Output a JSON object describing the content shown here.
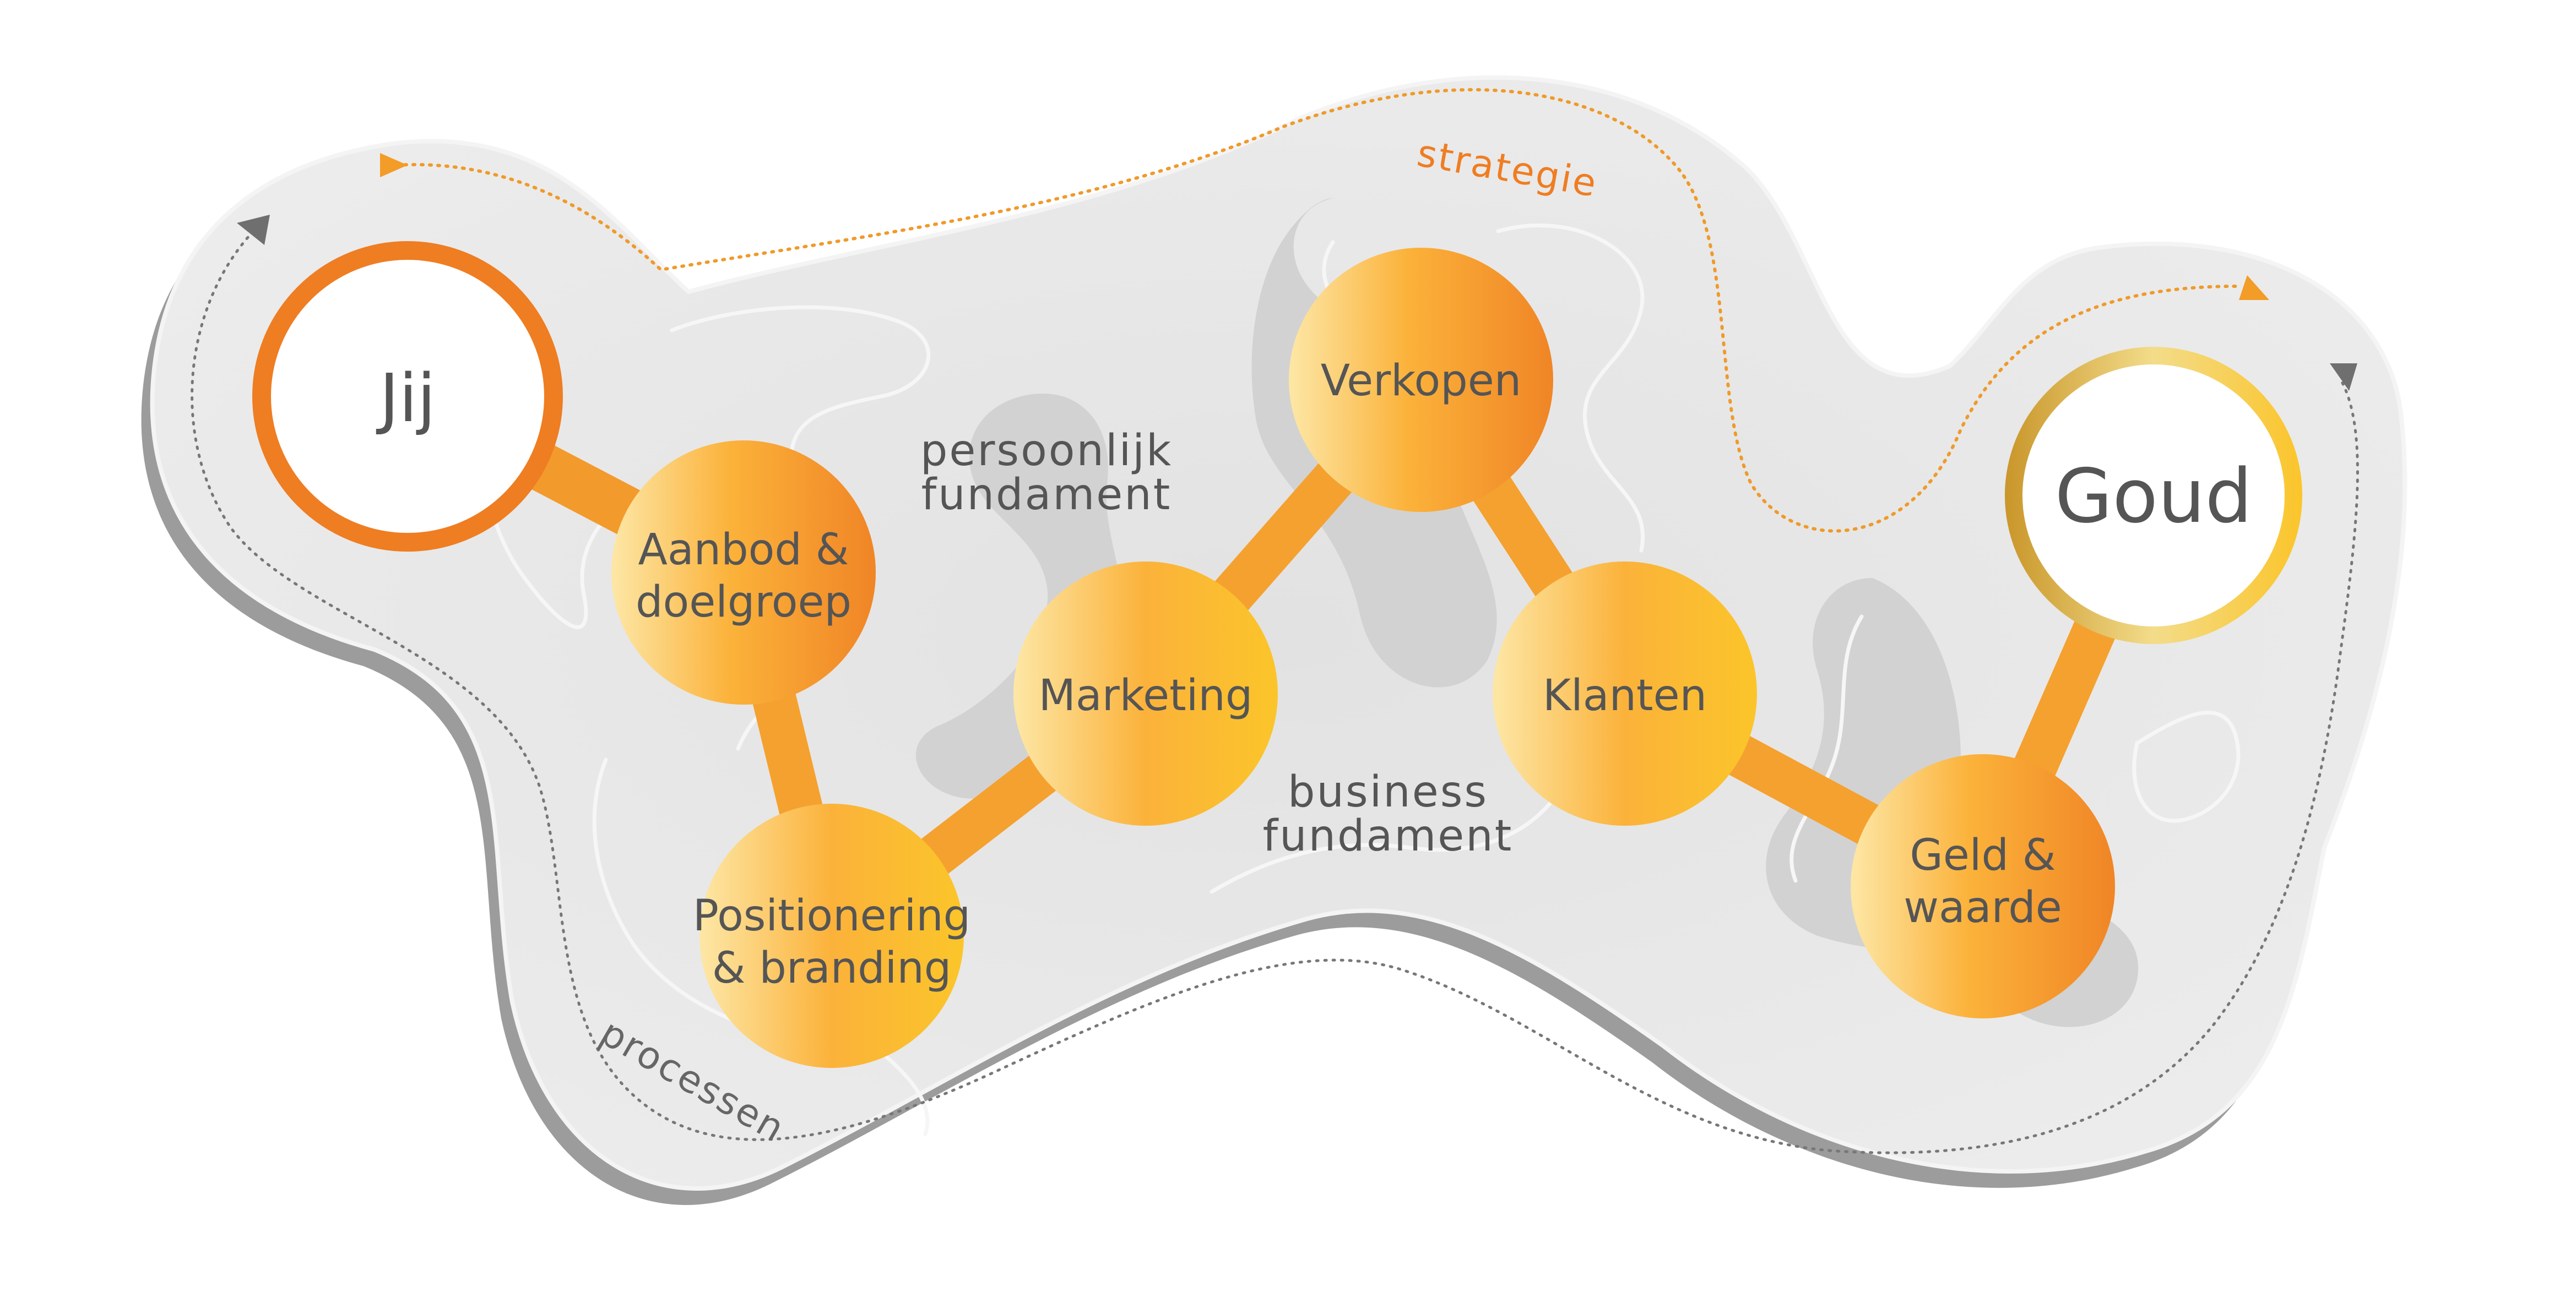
{
  "nodes": {
    "start": "Jij",
    "offer": [
      "Aanbod &",
      "doelgroep"
    ],
    "positioning": [
      "Positionering",
      "& branding"
    ],
    "marketing": "Marketing",
    "sales": "Verkopen",
    "clients": "Klanten",
    "money": [
      "Geld &",
      "waarde"
    ],
    "goal": "Goud"
  },
  "regions": {
    "personal": [
      "persoonlijk",
      "fundament"
    ],
    "business": [
      "business",
      "fundament"
    ]
  },
  "paths": {
    "top": "strategie",
    "bottom": "processen"
  },
  "colors": {
    "orange": "#ef7d22",
    "yellow": "#fbc52a",
    "light_yellow": "#fde7a6",
    "gold": "#d4a32a",
    "blob": "#e6e6e6",
    "blob_shadow": "#9a9a9a",
    "text": "#555555"
  }
}
